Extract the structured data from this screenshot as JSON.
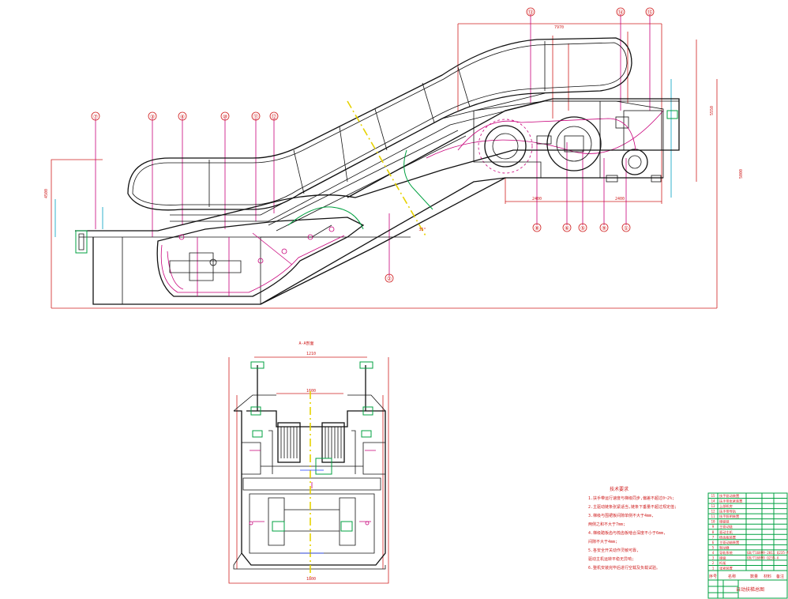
{
  "title": {
    "view_label": "A-A剖面"
  },
  "dimensions": {
    "top_overall": "7970",
    "bottom_width_top": "1210",
    "bottom_inner": "1600",
    "bottom_overall": "1800",
    "lower_length": "2400",
    "upper_length": "2400",
    "height_left": "4500",
    "height_right": "5550",
    "rise": "5000",
    "angle": "35°"
  },
  "callouts_upper": [
    "⑦",
    "③",
    "④",
    "⑩",
    "⑪",
    "⑫"
  ],
  "callouts_top": [
    "⑬",
    "⑭",
    "⑮"
  ],
  "callouts_right": [
    "⑧",
    "⑥",
    "⑤",
    "⑨",
    "①"
  ],
  "callout_mid": "②",
  "notes": {
    "heading": "技术要求",
    "lines": [
      "1.扶手带运行速度与梯级同步,偏差不超过0~2%;",
      "2.主驱动链条张紧适当,链条下垂量不超过规定值;",
      "3.梯级与围裙板间隙单侧不大于4mm,",
      "  两侧之和不大于7mm;",
      "4.梯级踏板齿与梳齿板啮合深度不小于6mm,",
      "  间隙不大于4mm;",
      "5.各安全开关动作灵敏可靠,",
      "  驱动主机运转平稳无异响;",
      "6.整机安装完毕后进行空载及负载试验。"
    ]
  },
  "title_block": {
    "rows": [
      {
        "no": "15",
        "name": "扶手驱动装置",
        "spec": ""
      },
      {
        "no": "14",
        "name": "扶手带张紧装置",
        "spec": ""
      },
      {
        "no": "13",
        "name": "上部机房",
        "spec": ""
      },
      {
        "no": "12",
        "name": "扶手带导轨",
        "spec": ""
      },
      {
        "no": "11",
        "name": "扶手照明装置",
        "spec": ""
      },
      {
        "no": "10",
        "name": "梯级链",
        "spec": ""
      },
      {
        "no": "9",
        "name": "主驱动链",
        "spec": ""
      },
      {
        "no": "8",
        "name": "驱动主机",
        "spec": ""
      },
      {
        "no": "7",
        "name": "梳齿板装置",
        "spec": ""
      },
      {
        "no": "6",
        "name": "主驱动轴装置",
        "spec": ""
      },
      {
        "no": "5",
        "name": "制动器",
        "spec": ""
      },
      {
        "no": "4",
        "name": "导轨系统",
        "spec": "GB/T16899-2011 Q235-A"
      },
      {
        "no": "3",
        "name": "梯级",
        "spec": "GB/T16899 Q235-A"
      },
      {
        "no": "2",
        "name": "桁架",
        "spec": ""
      },
      {
        "no": "1",
        "name": "张紧装置",
        "spec": ""
      }
    ],
    "header": {
      "no": "序号",
      "name": "名称",
      "qty": "数量",
      "material": "材料",
      "remark": "备注"
    },
    "drawing_name": "自动扶梯总图"
  }
}
